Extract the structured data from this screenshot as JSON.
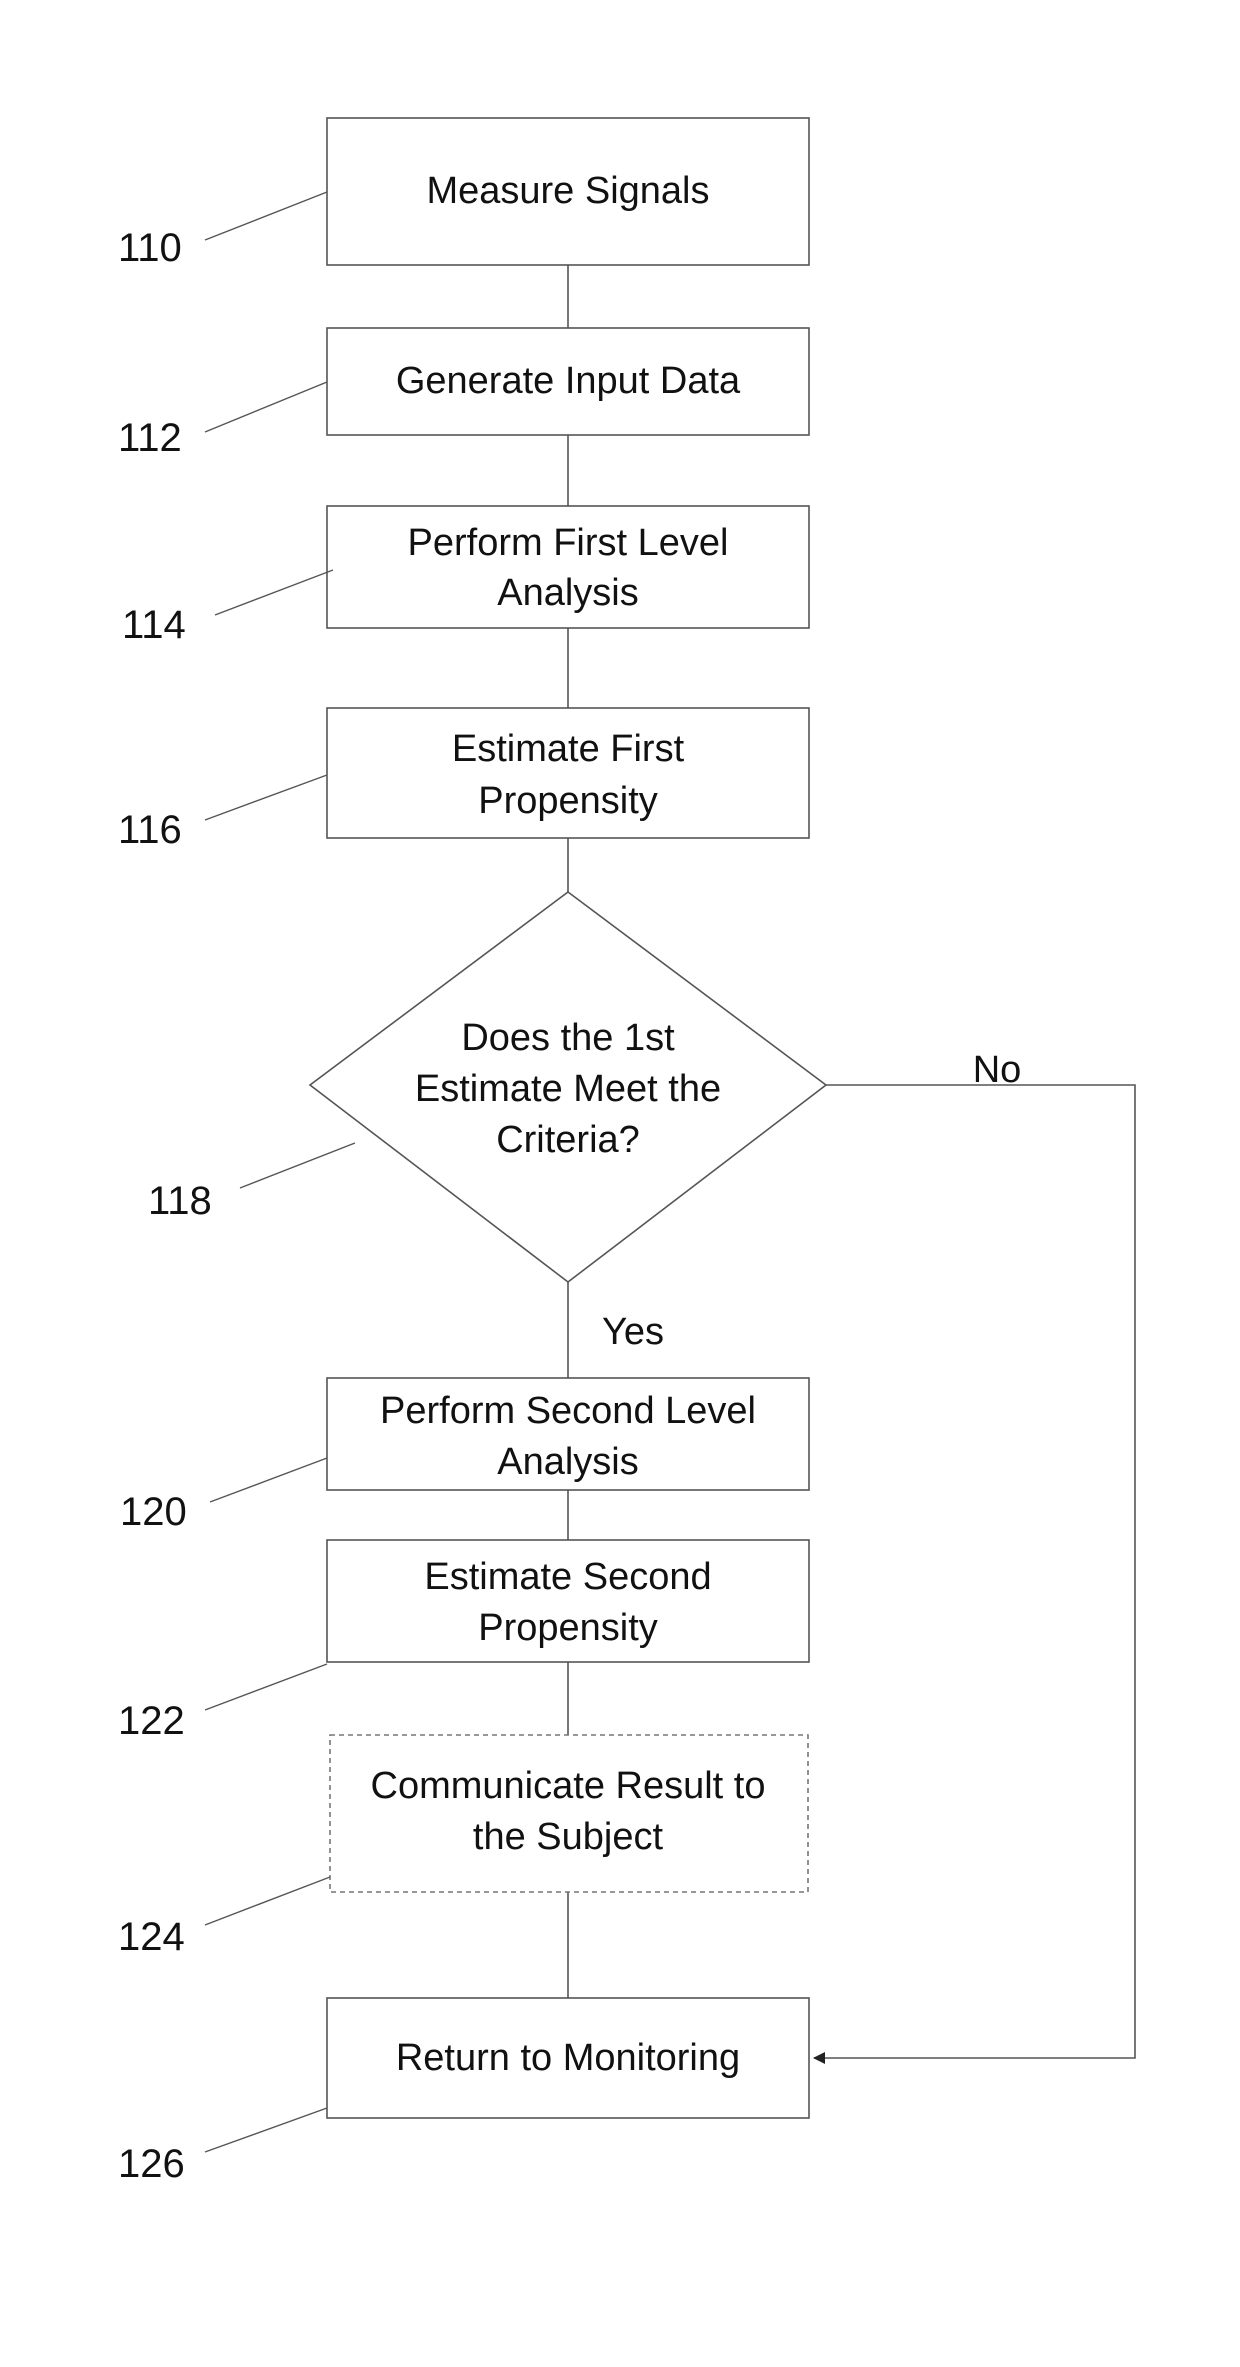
{
  "steps": [
    {
      "ref": "110",
      "lines": [
        "Measure Signals"
      ]
    },
    {
      "ref": "112",
      "lines": [
        "Generate Input Data"
      ]
    },
    {
      "ref": "114",
      "lines": [
        "Perform First Level",
        "Analysis"
      ]
    },
    {
      "ref": "116",
      "lines": [
        "Estimate First",
        "Propensity"
      ]
    },
    {
      "ref": "118",
      "lines": [
        "Does the 1st",
        "Estimate Meet the",
        "Criteria?"
      ]
    },
    {
      "ref": "120",
      "lines": [
        "Perform Second Level",
        "Analysis"
      ]
    },
    {
      "ref": "122",
      "lines": [
        "Estimate Second",
        "Propensity"
      ]
    },
    {
      "ref": "124",
      "lines": [
        "Communicate Result to",
        "the Subject"
      ]
    },
    {
      "ref": "126",
      "lines": [
        "Return to Monitoring"
      ]
    }
  ],
  "branches": {
    "no": "No",
    "yes": "Yes"
  }
}
